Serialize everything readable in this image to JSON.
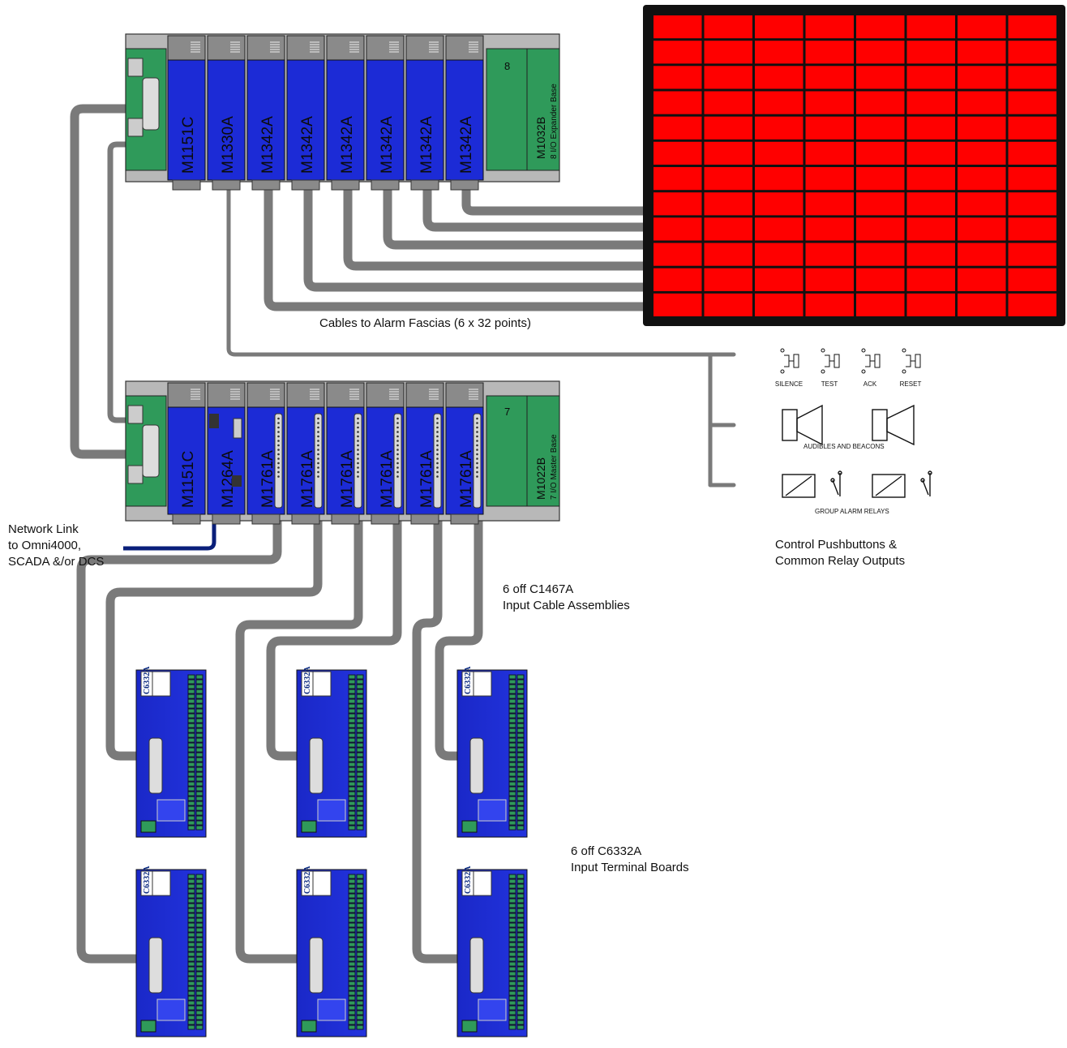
{
  "racks": {
    "expander": {
      "slot_number": "8",
      "modules": [
        "M1151C",
        "M1330A",
        "M1342A",
        "M1342A",
        "M1342A",
        "M1342A",
        "M1342A",
        "M1342A"
      ],
      "base_model": "M1032B",
      "base_desc": "8 I/O Expander Base"
    },
    "master": {
      "slot_number": "7",
      "modules": [
        "M1151C",
        "M1264A",
        "M1761A",
        "M1761A",
        "M1761A",
        "M1761A",
        "M1761A",
        "M1761A"
      ],
      "base_model": "M1022B",
      "base_desc": "7 I/O Master Base"
    }
  },
  "labels": {
    "fascia_cables": "Cables to Alarm Fascias (6 x 32 points)",
    "network_line1": "Network Link",
    "network_line2": "to Omni4000,",
    "network_line3": "SCADA &/or DCS",
    "control_line1": "Control Pushbuttons &",
    "control_line2": "Common Relay Outputs",
    "cables_line1": "6 off C1467A",
    "cables_line2": "Input Cable Assemblies",
    "boards_line1": "6 off C6332A",
    "boards_line2": "Input Terminal Boards"
  },
  "pushbuttons": [
    "SILENCE",
    "TEST",
    "ACK",
    "RESET"
  ],
  "audibles_label": "AUDIBLES AND BEACONS",
  "relays_label": "GROUP ALARM RELAYS",
  "terminal_board_model": "C6332A",
  "colors": {
    "module_blue": "#1c2bd6",
    "base_green": "#2f9a5a",
    "fascia_red": "#ff0000",
    "cable_grey": "#7a7a7a",
    "network_navy": "#0a1f7a"
  }
}
